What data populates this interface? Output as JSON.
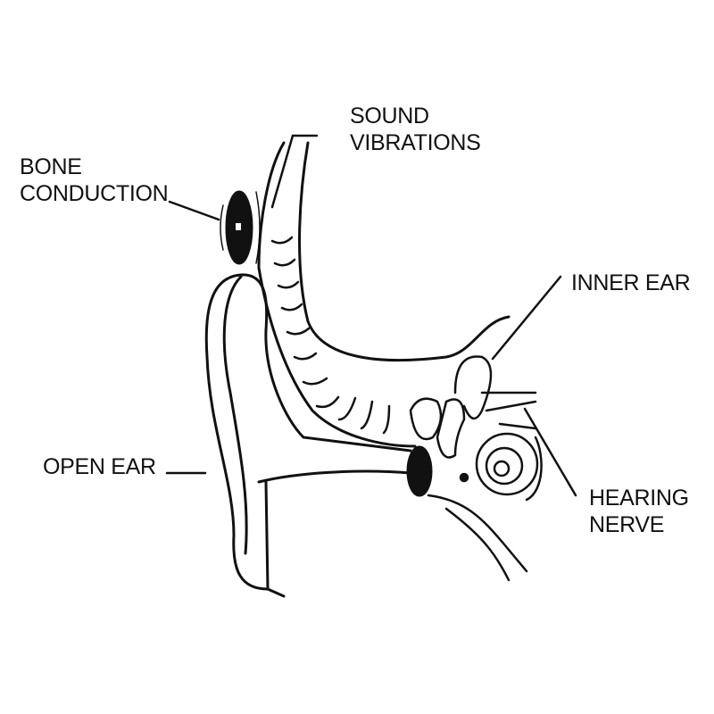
{
  "labels": {
    "bone_conduction": [
      "BONE",
      "CONDUCTION"
    ],
    "sound_vibrations": [
      "SOUND",
      "VIBRATIONS"
    ],
    "inner_ear": "INNER EAR",
    "open_ear": "OPEN EAR",
    "hearing_nerve": [
      "HEARING",
      "NERVE"
    ]
  },
  "colors": {
    "line": "#111111",
    "background": "#ffffff"
  }
}
